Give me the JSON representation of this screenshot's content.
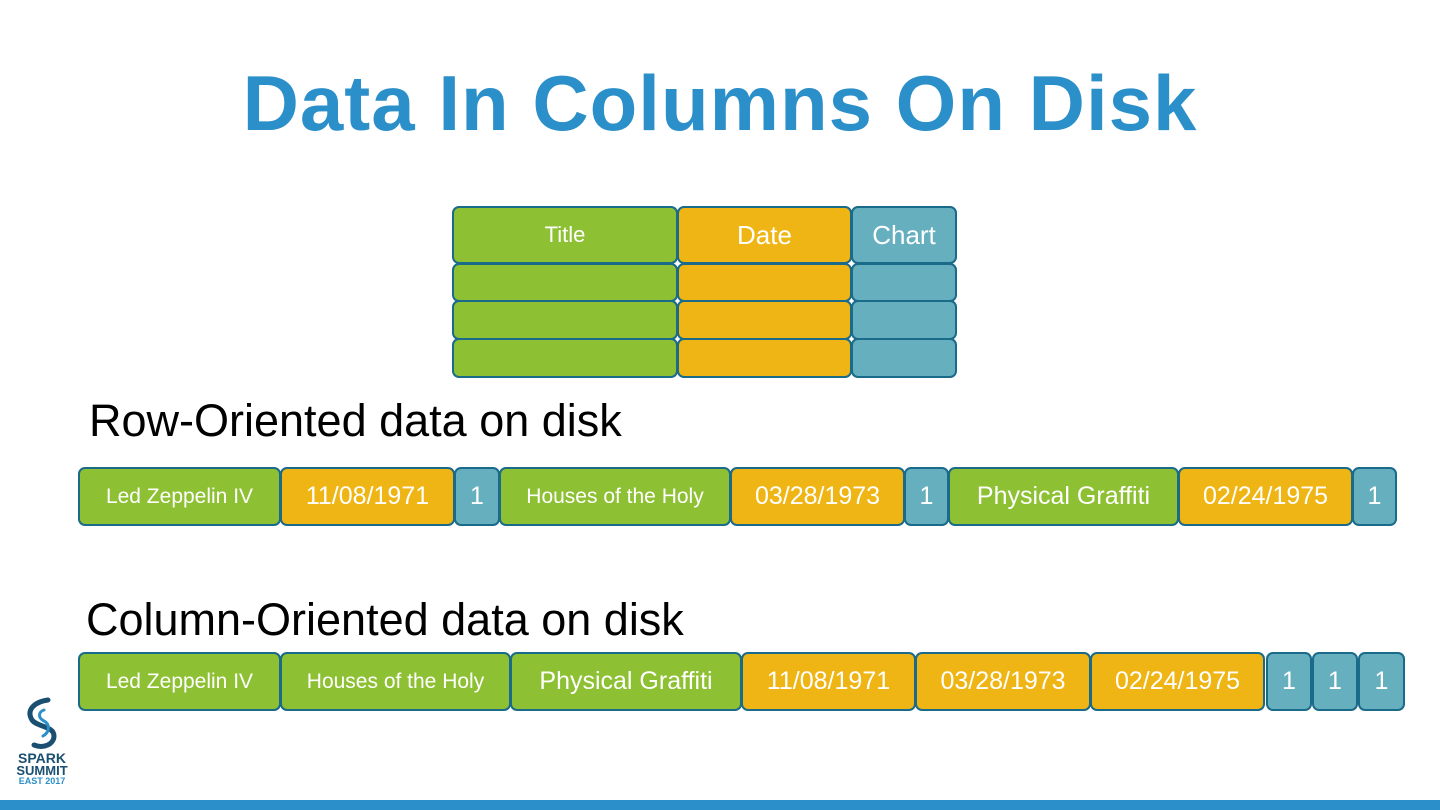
{
  "slide": {
    "title": "Data In Columns On Disk"
  },
  "colors": {
    "title": "#2b8fc9",
    "title_cell": "#8dc032",
    "date_cell": "#efb514",
    "chart_cell": "#65afbf",
    "border": "#1a6b8a",
    "bar": "#2b8fc9"
  },
  "table": {
    "headers": [
      "Title",
      "Date",
      "Chart"
    ],
    "rows": [
      [
        "",
        "",
        ""
      ],
      [
        "",
        "",
        ""
      ],
      [
        "",
        "",
        ""
      ]
    ]
  },
  "row_section": {
    "label": "Row-Oriented data on disk",
    "cells": [
      {
        "text": "Led Zeppelin IV",
        "kind": "title"
      },
      {
        "text": "11/08/1971",
        "kind": "date"
      },
      {
        "text": "1",
        "kind": "chart"
      },
      {
        "text": "Houses of the Holy",
        "kind": "title"
      },
      {
        "text": "03/28/1973",
        "kind": "date"
      },
      {
        "text": "1",
        "kind": "chart"
      },
      {
        "text": "Physical Graffiti",
        "kind": "title"
      },
      {
        "text": "02/24/1975",
        "kind": "date"
      },
      {
        "text": "1",
        "kind": "chart"
      }
    ]
  },
  "column_section": {
    "label": "Column-Oriented data on disk",
    "cells": [
      {
        "text": "Led Zeppelin IV",
        "kind": "title"
      },
      {
        "text": "Houses of the Holy",
        "kind": "title"
      },
      {
        "text": "Physical Graffiti",
        "kind": "title"
      },
      {
        "text": "11/08/1971",
        "kind": "date"
      },
      {
        "text": "03/28/1973",
        "kind": "date"
      },
      {
        "text": "02/24/1975",
        "kind": "date"
      },
      {
        "text": "1",
        "kind": "chart"
      },
      {
        "text": "1",
        "kind": "chart"
      },
      {
        "text": "1",
        "kind": "chart"
      }
    ]
  },
  "logo": {
    "icon": "spark-swirl-icon",
    "line1": "SPARK",
    "line2": "SUMMIT",
    "line3": "EAST 2017",
    "color": "#1b4f72",
    "accent": "#2b8fc9"
  }
}
